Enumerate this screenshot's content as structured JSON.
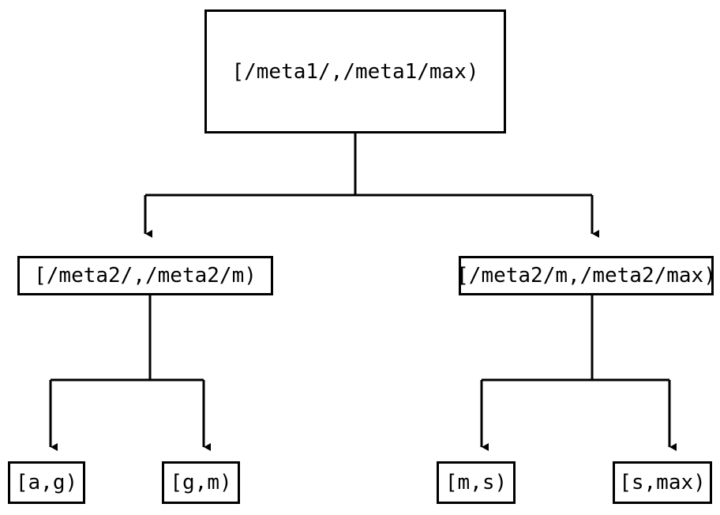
{
  "diagram": {
    "type": "tree",
    "orientation": "top-down",
    "background_color": "#ffffff",
    "line_color": "#000000",
    "text_color": "#000000",
    "nodes": {
      "root": {
        "label": "[/meta1/,/meta1/max)"
      },
      "meta2_low": {
        "label": "[/meta2/,/meta2/m)"
      },
      "meta2_high": {
        "label": "[/meta2/m,/meta2/max)"
      },
      "leaf_ag": {
        "label": "[a,g)"
      },
      "leaf_gm": {
        "label": "[g,m)"
      },
      "leaf_ms": {
        "label": "[m,s)"
      },
      "leaf_smax": {
        "label": "[s,max)"
      }
    },
    "edges": [
      {
        "from": "root",
        "to": "meta2_low"
      },
      {
        "from": "root",
        "to": "meta2_high"
      },
      {
        "from": "meta2_low",
        "to": "leaf_ag"
      },
      {
        "from": "meta2_low",
        "to": "leaf_gm"
      },
      {
        "from": "meta2_high",
        "to": "leaf_ms"
      },
      {
        "from": "meta2_high",
        "to": "leaf_smax"
      }
    ]
  }
}
